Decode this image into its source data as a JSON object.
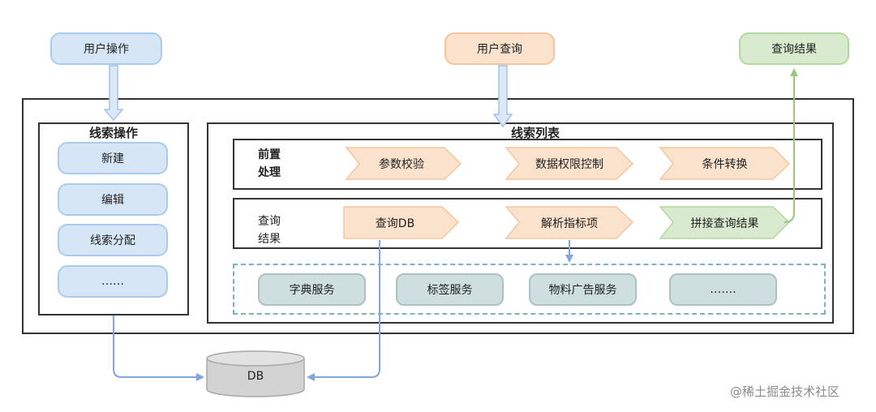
{
  "top": {
    "user_op": "用户操作",
    "user_query": "用户查询",
    "query_result": "查询结果"
  },
  "left_panel": {
    "title": "线索操作",
    "items": [
      "新建",
      "编辑",
      "线索分配",
      "……"
    ]
  },
  "right_panel": {
    "title": "线索列表",
    "pre_label": [
      "前置",
      "处理"
    ],
    "pre_steps": [
      "参数校验",
      "数据权限控制",
      "条件转换"
    ],
    "query_label": [
      "查询",
      "结果"
    ],
    "query_steps": [
      "查询DB",
      "解析指标项",
      "拼接查询结果"
    ],
    "services": [
      "字典服务",
      "标签服务",
      "物料广告服务",
      "……."
    ]
  },
  "db": "DB",
  "watermark": "@稀土掘金技术社区",
  "colors": {
    "blue": "#d6e6f6",
    "orange": "#fbe2cc",
    "green": "#d9ebcf",
    "service_gray": "#cfdfe0",
    "arrow_blue": "#7ea6e0",
    "arrow_green": "#97c97a"
  }
}
